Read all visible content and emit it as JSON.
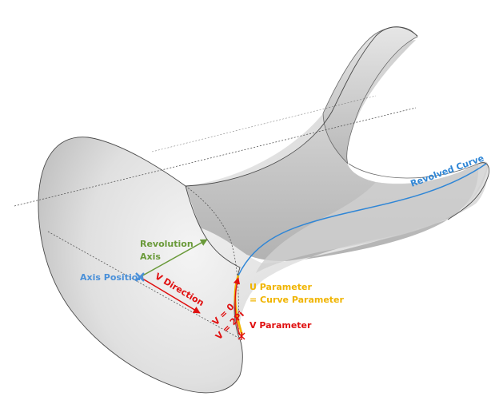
{
  "labels": {
    "revolved_curve": "Revolved Curve",
    "revolution_axis_line1": "Revolution",
    "revolution_axis_line2": "Axis",
    "axis_position": "Axis Position",
    "v_direction": "V Direction",
    "u_parameter_line1": "U Parameter",
    "u_parameter_line2": "= Curve Parameter",
    "v_zero": "V = 0",
    "v_two_pi": "V = 2Pi",
    "v_parameter": "V Parameter"
  },
  "colors": {
    "background": "#ffffff",
    "surface_light": "#f0f0f0",
    "surface_mid": "#d4d4d4",
    "surface_dark": "#a9a9a9",
    "edge": "#4a4a4a",
    "guide_line": "#555555",
    "revolved_curve": "#2f86d6",
    "axis_position": "#4a90d9",
    "revolution_axis": "#6a9a3a",
    "v_direction": "#e01010",
    "u_parameter": "#f0b400",
    "v_parameter": "#e01010"
  },
  "icons": {
    "axis_position_marker": "cross-icon",
    "seam_point_marker": "star-icon"
  }
}
